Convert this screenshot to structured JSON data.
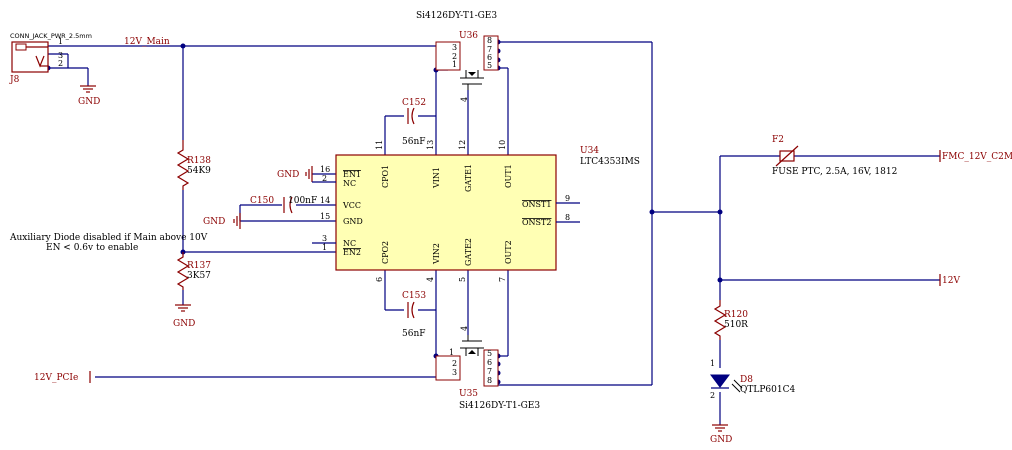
{
  "connector": {
    "label": "CONN_JACK_PWR_2.5mm",
    "ref": "J8",
    "pin1": "1",
    "pin2": "3",
    "pin3": "2"
  },
  "nets": {
    "main": "12V_Main",
    "pcie": "12V_PCIe",
    "fmc": "FMC_12V_C2M",
    "v12": "12V",
    "gnd": "GND"
  },
  "u36": {
    "part": "Si4126DY-T1-GE3",
    "ref": "U36",
    "pins_left": [
      "3",
      "2",
      "1"
    ],
    "pins_right": [
      "8",
      "7",
      "6",
      "5"
    ],
    "pin_gate": "4"
  },
  "u35": {
    "part": "Si4126DY-T1-GE3",
    "ref": "U35",
    "pins_left": [
      "1",
      "2",
      "3"
    ],
    "pins_right": [
      "5",
      "6",
      "7",
      "8"
    ],
    "pin_gate": "4"
  },
  "u34": {
    "ref": "U34",
    "part": "LTC4353IMS",
    "top_labels": [
      "CPO1",
      "VIN1",
      "GATE1",
      "OUT1"
    ],
    "top_pins": [
      "11",
      "13",
      "12",
      "10"
    ],
    "bottom_labels": [
      "CPO2",
      "VIN2",
      "GATE2",
      "OUT2"
    ],
    "bottom_pins": [
      "6",
      "4",
      "5",
      "7"
    ],
    "left_labels": [
      "EN1",
      "NC",
      "VCC",
      "GND",
      "NC",
      "EN2"
    ],
    "left_pins": [
      "16",
      "2",
      "14",
      "15",
      "3",
      "1"
    ],
    "right_labels": [
      "ONST1",
      "ONST2"
    ],
    "right_pins": [
      "9",
      "8"
    ]
  },
  "c152": {
    "ref": "C152",
    "value": "56nF"
  },
  "c153": {
    "ref": "C153",
    "value": "56nF"
  },
  "c150": {
    "ref": "C150",
    "value": "100nF"
  },
  "r138": {
    "ref": "R138",
    "value": "54K9"
  },
  "r137": {
    "ref": "R137",
    "value": "3K57"
  },
  "r120": {
    "ref": "R120",
    "value": "510R"
  },
  "f2": {
    "ref": "F2",
    "value": "FUSE PTC, 2.5A, 16V, 1812"
  },
  "d8": {
    "ref": "D8",
    "value": "QTLP601C4",
    "pin1": "1",
    "pin2": "2"
  },
  "note": {
    "line1": "Auxiliary Diode disabled if Main above 10V",
    "line2": "EN < 0.6v to enable"
  },
  "colors": {
    "wire": "#000080",
    "part": "#8b0000",
    "chip_fill": "#ffffb4"
  }
}
